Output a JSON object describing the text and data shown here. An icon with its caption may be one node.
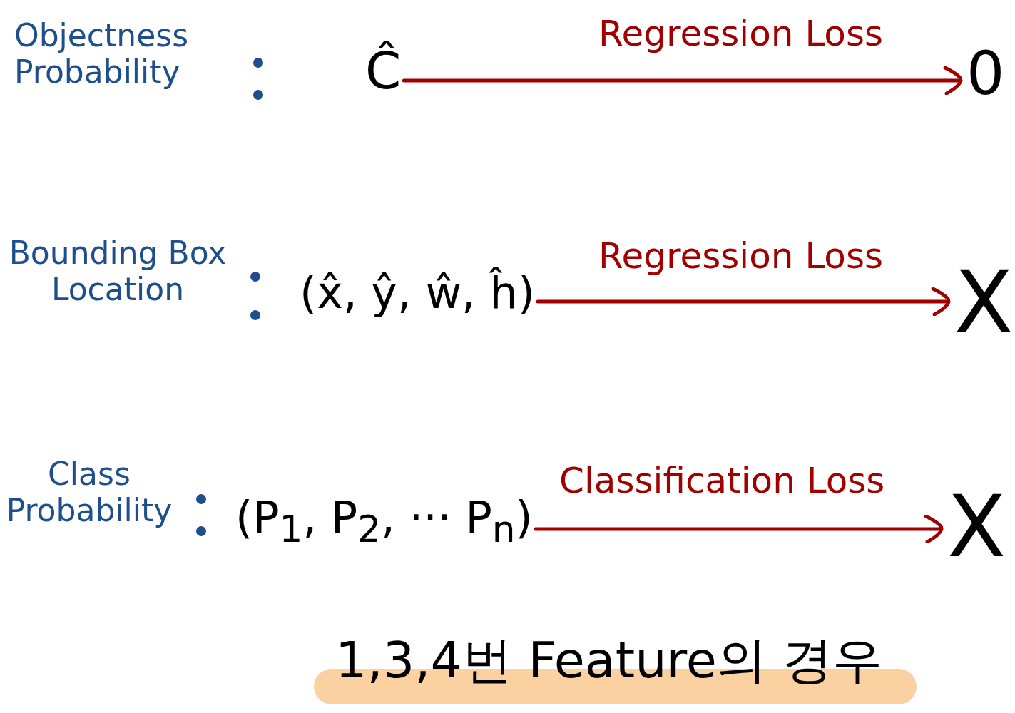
{
  "diagram": {
    "nodes": [
      {
        "text": [
          "Objectness Probability"
        ]
      },
      {
        "text": [
          "Ĉ"
        ]
      },
      {
        "text": [
          "0"
        ]
      },
      {
        "text": [
          "Bounding Box Location"
        ]
      },
      {
        "text": [
          "(x̂, ŷ, ŵ, ĥ)"
        ]
      },
      {
        "text": [
          "X"
        ]
      },
      {
        "text": [
          "Class Probability"
        ]
      },
      {
        "text": [
          "(P$_{1}$, P$_{2}$, ··· P$_{n}$)"
        ]
      },
      {
        "text": [
          "X"
        ]
      }
    ],
    "edges": [
      {
        "from": 1,
        "to": 2,
        "arrow": "to",
        "label": "Regression Loss"
      },
      {
        "from": 4,
        "to": 5,
        "arrow": "to",
        "label": "Regression Loss"
      },
      {
        "from": 7,
        "to": 8,
        "arrow": "to",
        "label": "Classification Loss"
      }
    ],
    "labels": [
      "1,3,4번 Feature의 경우"
    ]
  }
}
